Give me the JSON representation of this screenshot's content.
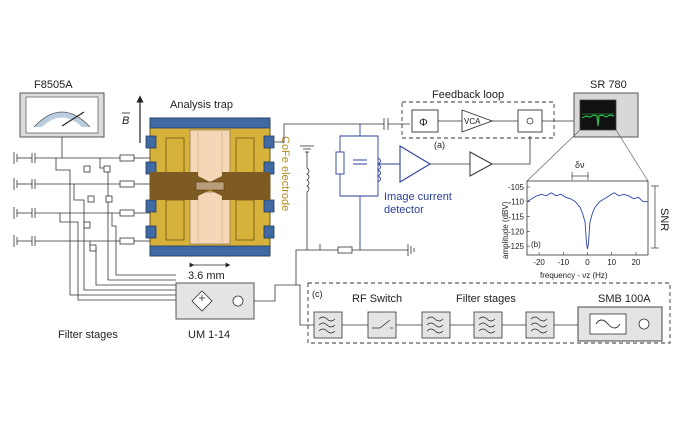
{
  "labels": {
    "meter": "F8505A",
    "analysis_trap": "Analysis trap",
    "b_field": "B",
    "electrode": "CoFe electrode",
    "scale": "3.6 mm",
    "filter_stages_left": "Filter stages",
    "um": "UM 1-14",
    "feedback": "Feedback loop",
    "phi": "Φ",
    "vca": "VCA",
    "a_tag": "(a)",
    "sr780": "SR 780",
    "detector_line1": "Image current",
    "detector_line2": "detector",
    "delta_nu": "δν",
    "snr": "SNR",
    "b_tag": "(b)",
    "c_tag": "(c)",
    "rf_switch": "RF Switch",
    "filter_stages_right": "Filter stages",
    "smb": "SMB 100A"
  },
  "colors": {
    "trap_blue": "#3f6aa3",
    "trap_gold": "#d7b23a",
    "trap_pink": "#f3d7b7",
    "electrode_brown": "#7d5b22",
    "detector_blue": "#2a3f9a",
    "spectrum_line": "#2c44a8",
    "screen_green": "#2bbf4a"
  },
  "chart_data": {
    "type": "line",
    "ylabel": "amplitude (dBV)",
    "xlabel": "frequency - νz (Hz)",
    "xlim": [
      -25,
      25
    ],
    "ylim": [
      -128,
      -103
    ],
    "x_ticks": [
      "-20",
      "-10",
      "0",
      "10",
      "20"
    ],
    "y_ticks": [
      "-105",
      "-110",
      "-115",
      "-120",
      "-125"
    ],
    "series": [
      {
        "values": [
          [
            -25,
            -110
          ],
          [
            -23,
            -109
          ],
          [
            -21,
            -108
          ],
          [
            -19,
            -107.5
          ],
          [
            -17,
            -108
          ],
          [
            -15,
            -107
          ],
          [
            -13,
            -108
          ],
          [
            -11,
            -107.5
          ],
          [
            -9,
            -108.5
          ],
          [
            -7,
            -109
          ],
          [
            -5,
            -110
          ],
          [
            -3,
            -112
          ],
          [
            -2,
            -114
          ],
          [
            -1,
            -117
          ],
          [
            -0.4,
            -124
          ],
          [
            0,
            -126
          ],
          [
            0.4,
            -124
          ],
          [
            1,
            -117
          ],
          [
            2,
            -114
          ],
          [
            3,
            -112
          ],
          [
            5,
            -110
          ],
          [
            7,
            -109
          ],
          [
            9,
            -108
          ],
          [
            11,
            -107
          ],
          [
            13,
            -108
          ],
          [
            15,
            -107.5
          ],
          [
            17,
            -108
          ],
          [
            19,
            -109
          ],
          [
            21,
            -108.5
          ],
          [
            23,
            -110
          ],
          [
            25,
            -110
          ]
        ]
      }
    ]
  }
}
